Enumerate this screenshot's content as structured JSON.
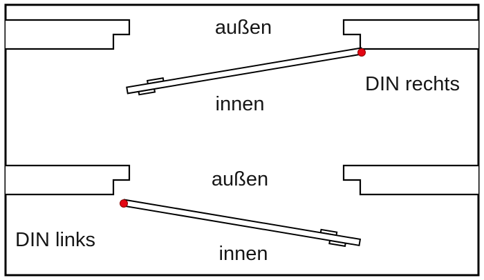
{
  "diagram": {
    "colors": {
      "line": "#000000",
      "background": "#ffffff",
      "hinge_dot": "#e30613"
    },
    "top": {
      "outside_label": "außen",
      "inside_label": "innen",
      "din_label": "DIN rechts"
    },
    "bottom": {
      "outside_label": "außen",
      "inside_label": "innen",
      "din_label": "DIN links"
    }
  }
}
